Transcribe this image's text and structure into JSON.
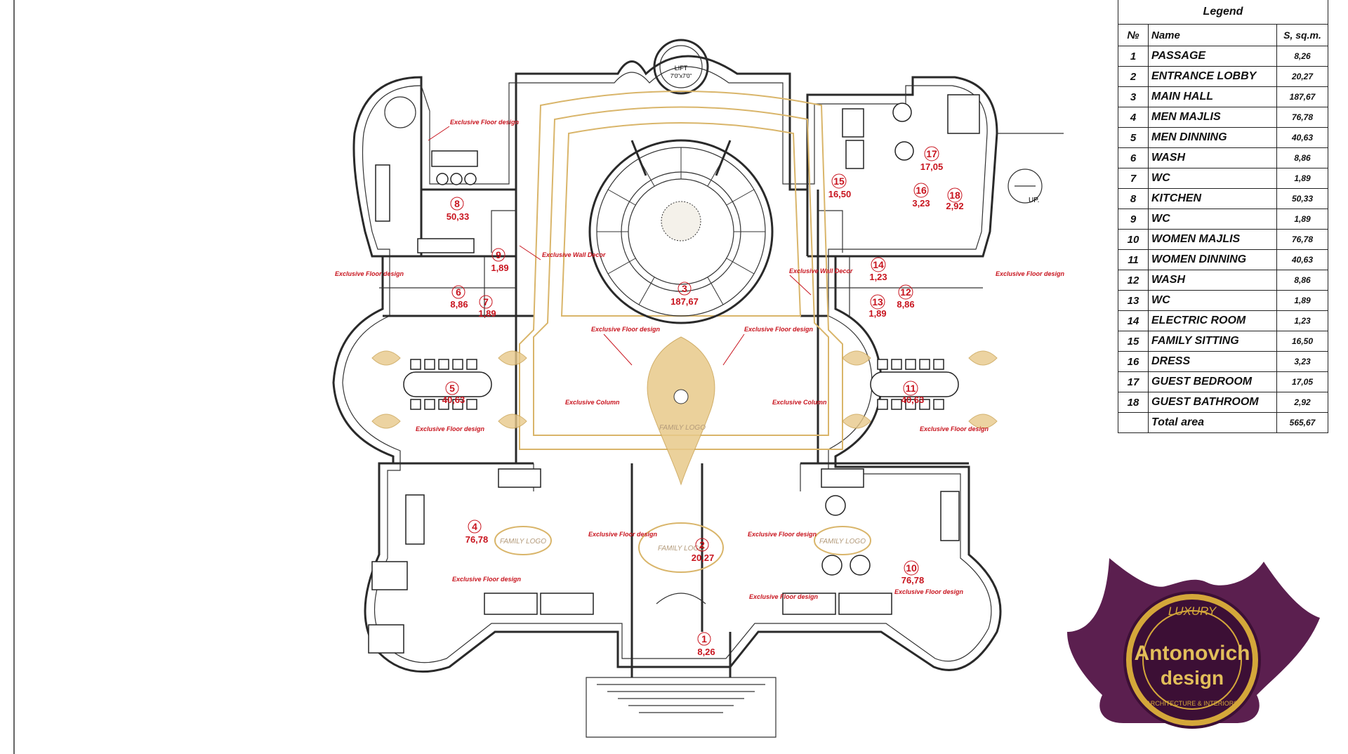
{
  "lift_label": "LIFT",
  "lift_size": "7'0\"x7'0\"",
  "stair_up": "UP.",
  "family_logo": "FAMILY LOGO",
  "notes": {
    "floor": "Exclusive Floor design",
    "wall": "Exclusive Wall Decor",
    "column": "Exclusive Column"
  },
  "legend": {
    "title": "Legend",
    "col_no": "№",
    "col_name": "Name",
    "col_area": "S, sq.m.",
    "rows": [
      {
        "no": "1",
        "name": "PASSAGE",
        "area": "8,26"
      },
      {
        "no": "2",
        "name": "ENTRANCE LOBBY",
        "area": "20,27"
      },
      {
        "no": "3",
        "name": "MAIN HALL",
        "area": "187,67"
      },
      {
        "no": "4",
        "name": "MEN MAJLIS",
        "area": "76,78"
      },
      {
        "no": "5",
        "name": "MEN DINNING",
        "area": "40,63"
      },
      {
        "no": "6",
        "name": "WASH",
        "area": "8,86"
      },
      {
        "no": "7",
        "name": "WC",
        "area": "1,89"
      },
      {
        "no": "8",
        "name": "KITCHEN",
        "area": "50,33"
      },
      {
        "no": "9",
        "name": "WC",
        "area": "1,89"
      },
      {
        "no": "10",
        "name": "WOMEN MAJLIS",
        "area": "76,78"
      },
      {
        "no": "11",
        "name": "WOMEN DINNING",
        "area": "40,63"
      },
      {
        "no": "12",
        "name": "WASH",
        "area": "8,86"
      },
      {
        "no": "13",
        "name": "WC",
        "area": "1,89"
      },
      {
        "no": "14",
        "name": "ELECTRIC ROOM",
        "area": "1,23"
      },
      {
        "no": "15",
        "name": "FAMILY SITTING",
        "area": "16,50"
      },
      {
        "no": "16",
        "name": "DRESS",
        "area": "3,23"
      },
      {
        "no": "17",
        "name": "GUEST BEDROOM",
        "area": "17,05"
      },
      {
        "no": "18",
        "name": "GUEST BATHROOM",
        "area": "2,92"
      }
    ],
    "total_label": "Total area",
    "total_area": "565,67"
  },
  "rooms": [
    {
      "num": "1",
      "area": "8,26"
    },
    {
      "num": "2",
      "area": "20,27"
    },
    {
      "num": "3",
      "area": "187,67"
    },
    {
      "num": "4",
      "area": "76,78"
    },
    {
      "num": "5",
      "area": "40,63"
    },
    {
      "num": "6",
      "area": "8,86"
    },
    {
      "num": "7",
      "area": "1,89"
    },
    {
      "num": "8",
      "area": "50,33"
    },
    {
      "num": "9",
      "area": "1,89"
    },
    {
      "num": "10",
      "area": "76,78"
    },
    {
      "num": "11",
      "area": "40,63"
    },
    {
      "num": "12",
      "area": "8,86"
    },
    {
      "num": "13",
      "area": "1,89"
    },
    {
      "num": "14",
      "area": "1,23"
    },
    {
      "num": "15",
      "area": "16,50"
    },
    {
      "num": "16",
      "area": "3,23"
    },
    {
      "num": "17",
      "area": "17,05"
    },
    {
      "num": "18",
      "area": "2,92"
    }
  ],
  "brand": {
    "top": "LUXURY",
    "name1": "Antonovich",
    "name2": "design",
    "tagline": "ARCHITECTURE & INTERIORS",
    "ring_color": "#d4a73a",
    "petal_color": "#5b1f4f",
    "inner_color": "#3c0f35"
  },
  "colors": {
    "annotation": "#c8141e",
    "gold_decor": "#d9b56a"
  }
}
